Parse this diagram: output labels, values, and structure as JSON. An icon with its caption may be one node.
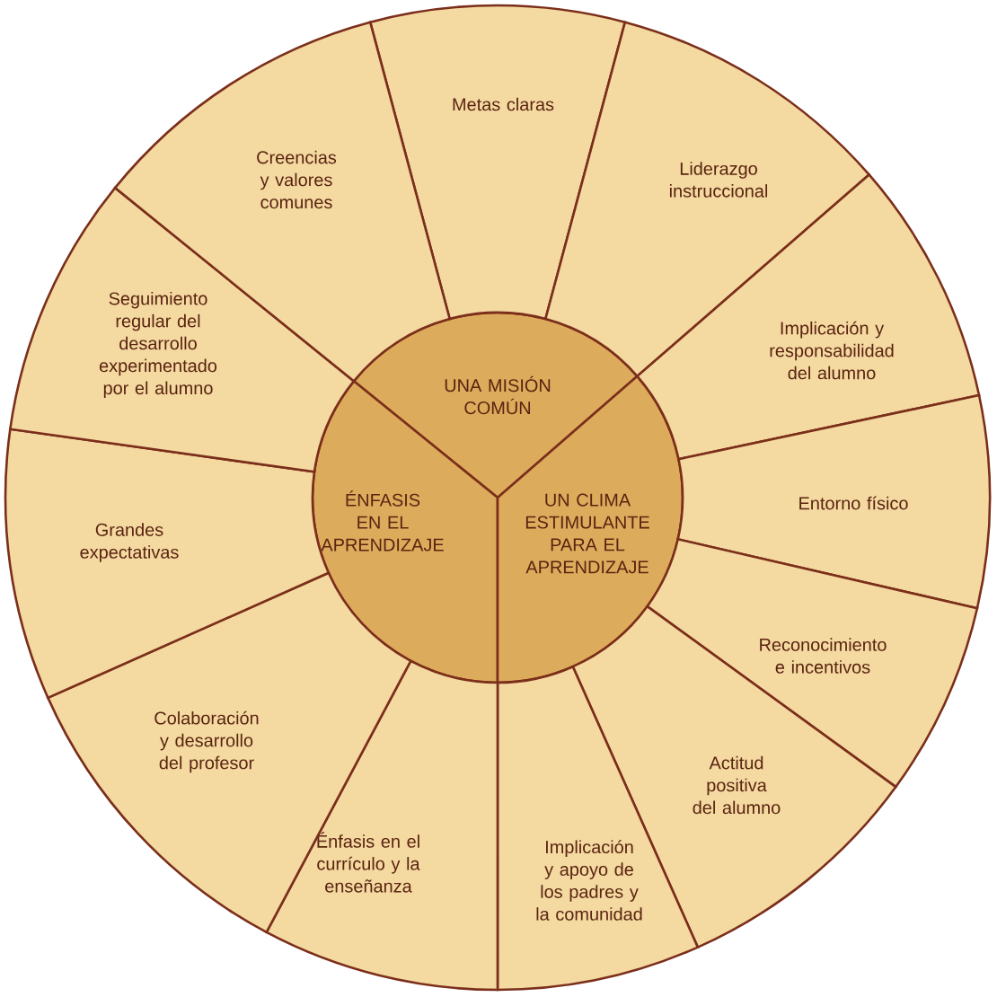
{
  "diagram": {
    "nodes": [
      {
        "text": [
          "UNA MISIÓN COMÚN"
        ]
      },
      {
        "text": [
          "ÉNFASIS EN EL APRENDIZAJE"
        ]
      },
      {
        "text": [
          "UN CLIMA ESTIMULANTE PARA EL APRENDIZAJE"
        ]
      },
      {
        "text": [
          "Metas claras"
        ]
      },
      {
        "text": [
          "Liderazgo instruccional"
        ]
      },
      {
        "text": [
          "Implicación y responsabilidad del alumno"
        ]
      },
      {
        "text": [
          "Entorno físico"
        ]
      },
      {
        "text": [
          "Reconocimiento e incentivos"
        ]
      },
      {
        "text": [
          "Actitud positiva del alumno"
        ]
      },
      {
        "text": [
          "Implicación y apoyo de los padres y la comunidad"
        ]
      },
      {
        "text": [
          "Énfasis en el currículo y la enseñanza"
        ]
      },
      {
        "text": [
          "Colaboración y desarrollo del profesor"
        ]
      },
      {
        "text": [
          "Grandes expectativas"
        ]
      },
      {
        "text": [
          "Seguimiento regular del desarrollo experimentado por el alumno"
        ]
      },
      {
        "text": [
          "Creencias y valores comunes"
        ]
      }
    ],
    "edges": []
  }
}
